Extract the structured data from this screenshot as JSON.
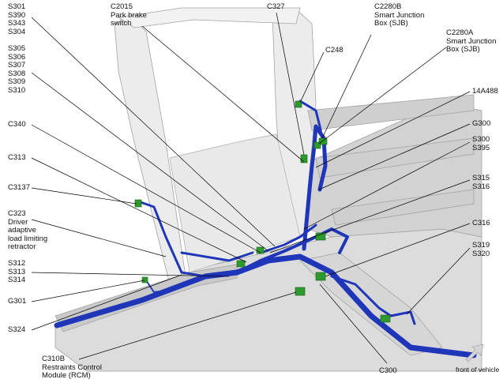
{
  "labels": {
    "s301_group": "S301\nS390\nS343\nS304",
    "s305_group": "S305\nS306\nS307\nS308\nS309\nS310",
    "c340": "C340",
    "c313": "C313",
    "c3137": "C3137",
    "c323": "C323\nDriver\nadaptive\nload limiting\nretractor",
    "s312_group": "S312\nS313\nS314",
    "g301": "G301",
    "s324": "S324",
    "c310b": "C310B\nRestraints Control\nModule (RCM)",
    "c2015": "C2015\nPark brake\nswitch",
    "c327": "C327",
    "c2280b": "C2280B\nSmart Junction\nBox (SJB)",
    "c2280a": "C2280A\nSmart Junction\nBox (SJB)",
    "c248": "C248",
    "p14a488": "14A488",
    "g300": "G300",
    "s300_group": "S300\nS395",
    "s315_group": "S315\nS316",
    "c316": "C316",
    "s319_group": "S319\nS320",
    "c300": "C300",
    "front_of_vehicle": "front of vehicle"
  },
  "colors": {
    "harness": "#1f36b8",
    "harness_dark": "#0f1e78",
    "connector": "#2d9a2d",
    "body_panel": "#e4e4e4",
    "body_edge": "#a8a8a8",
    "leader": "#000000"
  }
}
